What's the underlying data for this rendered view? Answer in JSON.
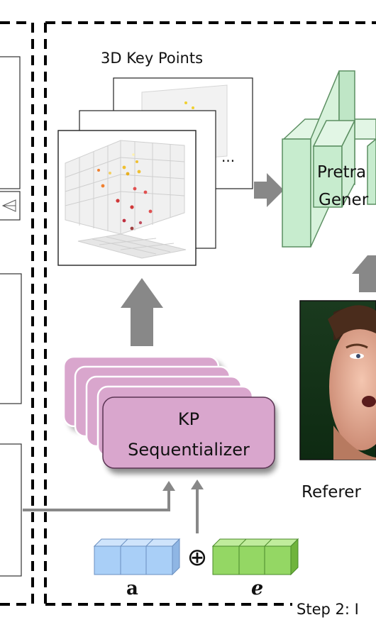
{
  "labels": {
    "key_points_title": "3D Key Points",
    "kp_line1": "KP",
    "kp_line2": "Sequentializer",
    "generator_line1": "Pretra",
    "generator_line2": "Gener",
    "reference_label": "Referer",
    "step_label": "Step 2: I",
    "ellipsis": "...",
    "vector_a": "a",
    "vector_e": "e",
    "concat_symbol": "⊕"
  },
  "colors": {
    "kp_block_fill": "#d9a6cd",
    "kp_block_stroke": "#5b3554",
    "generator_fill": "#c7ecce",
    "generator_stroke": "#5c8f62",
    "vector_a_fill": "#a9cff7",
    "vector_e_fill": "#94d764",
    "arrow_gray": "#888888",
    "dashed_line": "#000000",
    "scatter_points": [
      "#f0c030",
      "#e8b020",
      "#f08030",
      "#e05050",
      "#d03838",
      "#c03040",
      "#a04040"
    ]
  },
  "icons": {
    "concat": "circle-plus-icon",
    "arrow": "thick-arrow-icon",
    "reference_face": "reference-face-photo"
  }
}
